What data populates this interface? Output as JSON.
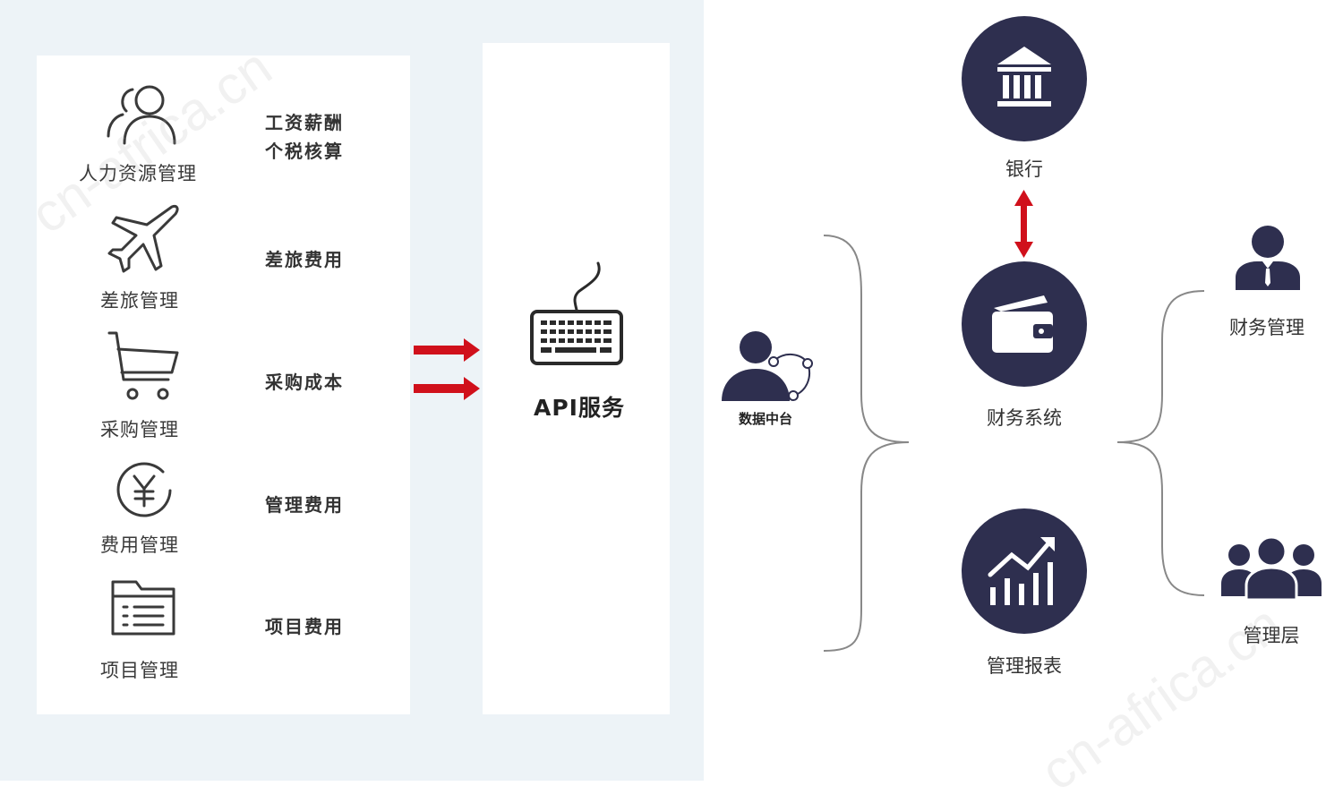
{
  "modules": [
    {
      "label": "人力资源管理",
      "icon": "users-icon",
      "items": [
        "工资薪酬",
        "个税核算"
      ]
    },
    {
      "label": "差旅管理",
      "icon": "airplane-icon",
      "items": [
        "差旅费用"
      ]
    },
    {
      "label": "采购管理",
      "icon": "shopping-cart-icon",
      "items": [
        "采购成本"
      ]
    },
    {
      "label": "费用管理",
      "icon": "yen-coin-icon",
      "items": [
        "管理费用"
      ]
    },
    {
      "label": "项目管理",
      "icon": "folder-list-icon",
      "items": [
        "项目费用"
      ]
    }
  ],
  "api": {
    "label": "API服务",
    "icon": "keyboard-icon"
  },
  "data_platform": {
    "label": "数据中台",
    "icon": "user-network-icon"
  },
  "bank": {
    "label": "银行",
    "icon": "bank-icon"
  },
  "finance_system": {
    "label": "财务系统",
    "icon": "wallet-icon"
  },
  "management_report": {
    "label": "管理报表",
    "icon": "growth-chart-icon"
  },
  "finance_management": {
    "label": "财务管理",
    "icon": "businessman-icon"
  },
  "management_layer": {
    "label": "管理层",
    "icon": "team-icon"
  },
  "watermark": "cn-africa.cn",
  "colors": {
    "circle": "#2e2f4f",
    "arrow": "#d0101b",
    "left_bg": "#edf3f7",
    "line": "#888888"
  }
}
